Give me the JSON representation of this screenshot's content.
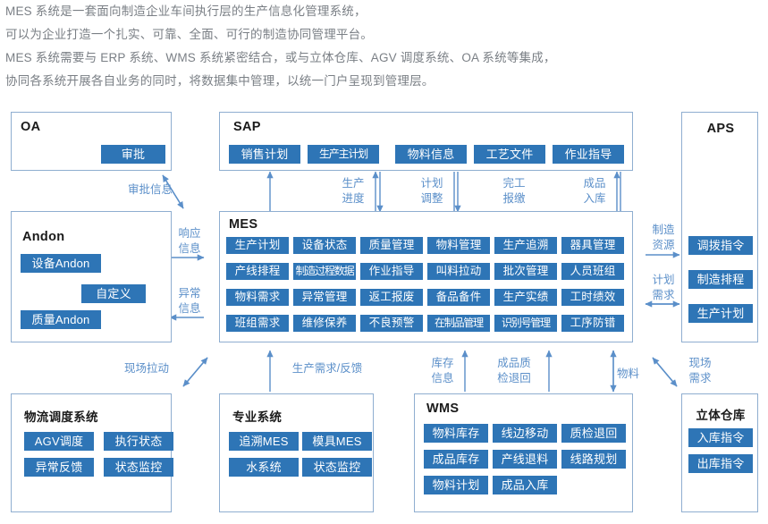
{
  "intro": {
    "lines": [
      "MES 系统是一套面向制造企业车间执行层的生产信息化管理系统，",
      "可以为企业打造一个扎实、可靠、全面、可行的制造协同管理平台。",
      "MES 系统需要与 ERP 系统、WMS 系统紧密结合，或与立体仓库、AGV 调度系统、OA 系统等集成，",
      "协同各系统开展各自业务的同时，将数据集中管理，以统一门户呈现到管理层。"
    ]
  },
  "colors": {
    "chip_blue": "#2e75b6",
    "box_border": "#8faed0",
    "label_blue": "#5b8fc9",
    "intro_text": "#7a7f85",
    "title_black": "#1a1a1a"
  },
  "boxes": {
    "oa": {
      "title": "OA",
      "chips": [
        "审批"
      ]
    },
    "sap": {
      "title": "SAP",
      "chips": [
        "销售计划",
        "生产主计划",
        "物料信息",
        "工艺文件",
        "作业指导"
      ]
    },
    "aps": {
      "title": "APS",
      "chips": [
        "调拨指令",
        "制造排程",
        "生产计划"
      ]
    },
    "andon": {
      "title": "Andon",
      "chips": [
        "设备Andon",
        "自定义",
        "质量Andon"
      ]
    },
    "mes": {
      "title": "MES",
      "chips": [
        "生产计划",
        "设备状态",
        "质量管理",
        "物料管理",
        "生产追溯",
        "器具管理",
        "产线排程",
        "制造过程数据",
        "作业指导",
        "叫料拉动",
        "批次管理",
        "人员班组",
        "物料需求",
        "异常管理",
        "返工报废",
        "备品备件",
        "生产实绩",
        "工时绩效",
        "班组需求",
        "维修保养",
        "不良预警",
        "在制品管理",
        "识别号管理",
        "工序防错"
      ]
    },
    "logistics": {
      "title": "物流调度系统",
      "chips": [
        "AGV调度",
        "执行状态",
        "异常反馈",
        "状态监控"
      ]
    },
    "pro": {
      "title": "专业系统",
      "chips": [
        "追溯MES",
        "模具MES",
        "水系统",
        "状态监控"
      ]
    },
    "wms": {
      "title": "WMS",
      "chips": [
        "物料库存",
        "线边移动",
        "质检退回",
        "成品库存",
        "产线退料",
        "线路规划",
        "物料计划",
        "成品入库"
      ]
    },
    "warehouse": {
      "title": "立体仓库",
      "chips": [
        "入库指令",
        "出库指令"
      ]
    }
  },
  "connectors": {
    "approval_info": "审批信息",
    "response_info_l1": "响应",
    "response_info_l2": "信息",
    "exception_info_l1": "异常",
    "exception_info_l2": "信息",
    "prod_progress_l1": "生产",
    "prod_progress_l2": "进度",
    "plan_adjust_l1": "计划",
    "plan_adjust_l2": "调整",
    "finish_report_l1": "完工",
    "finish_report_l2": "报缴",
    "finished_in_l1": "成品",
    "finished_in_l2": "入库",
    "mfg_resource_l1": "制造",
    "mfg_resource_l2": "资源",
    "plan_demand_l1": "计划",
    "plan_demand_l2": "需求",
    "site_pull": "现场拉动",
    "prod_demand_feedback": "生产需求/反馈",
    "stock_info_l1": "库存",
    "stock_info_l2": "信息",
    "fg_qc_return_l1": "成品质",
    "fg_qc_return_l2": "检退回",
    "material": "物料",
    "site_demand_l1": "现场",
    "site_demand_l2": "需求"
  }
}
